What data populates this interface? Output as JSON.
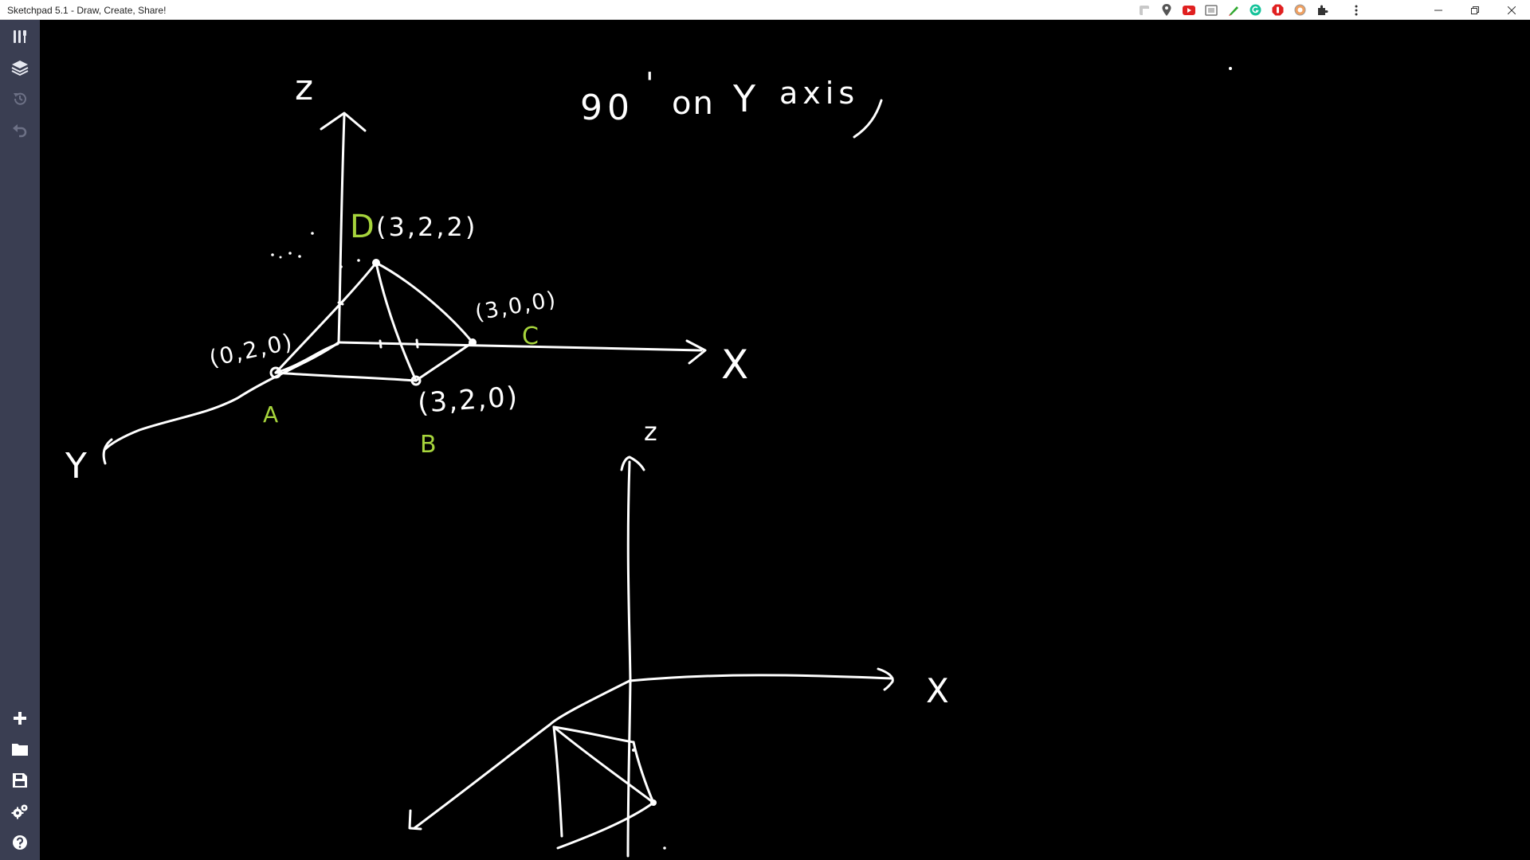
{
  "window": {
    "title": "Sketchpad 5.1 - Draw, Create, Share!",
    "extension_icons": [
      "tab-icon",
      "pin-icon",
      "youtube-icon",
      "screenshot-icon",
      "pen-extension-icon",
      "grammarly-icon",
      "adblock-icon",
      "extension-circle-icon",
      "puzzle-icon"
    ],
    "menu_icon": "kebab-menu-icon",
    "controls": [
      "minimize-icon",
      "restore-icon",
      "close-icon"
    ]
  },
  "sidebar": {
    "top_tools": [
      "brush-tools-icon",
      "layers-icon",
      "history-icon",
      "undo-icon"
    ],
    "bottom_tools": [
      "add-icon",
      "open-folder-icon",
      "save-icon",
      "settings-icon",
      "help-icon"
    ]
  },
  "canvas": {
    "background": "#000000",
    "stroke_color": "#ffffff",
    "accent_color": "#a6d43c",
    "labels": {
      "heading_num": "90",
      "heading_tick": "'",
      "heading_on": "on",
      "heading_y": "Y",
      "heading_axis": "axis",
      "z_top": "z",
      "x_top": "X",
      "y_top": "Y",
      "point_d_letter": "D",
      "point_d_coords": "(3,2,2)",
      "point_c_coords": "(3,0,0)",
      "point_c_letter": "C",
      "point_a_coords": "(0,2,0)",
      "point_a_letter": "A",
      "point_b_coords": "(3,2,0)",
      "point_b_letter": "B",
      "z_bottom": "z",
      "x_bottom": "X"
    }
  }
}
